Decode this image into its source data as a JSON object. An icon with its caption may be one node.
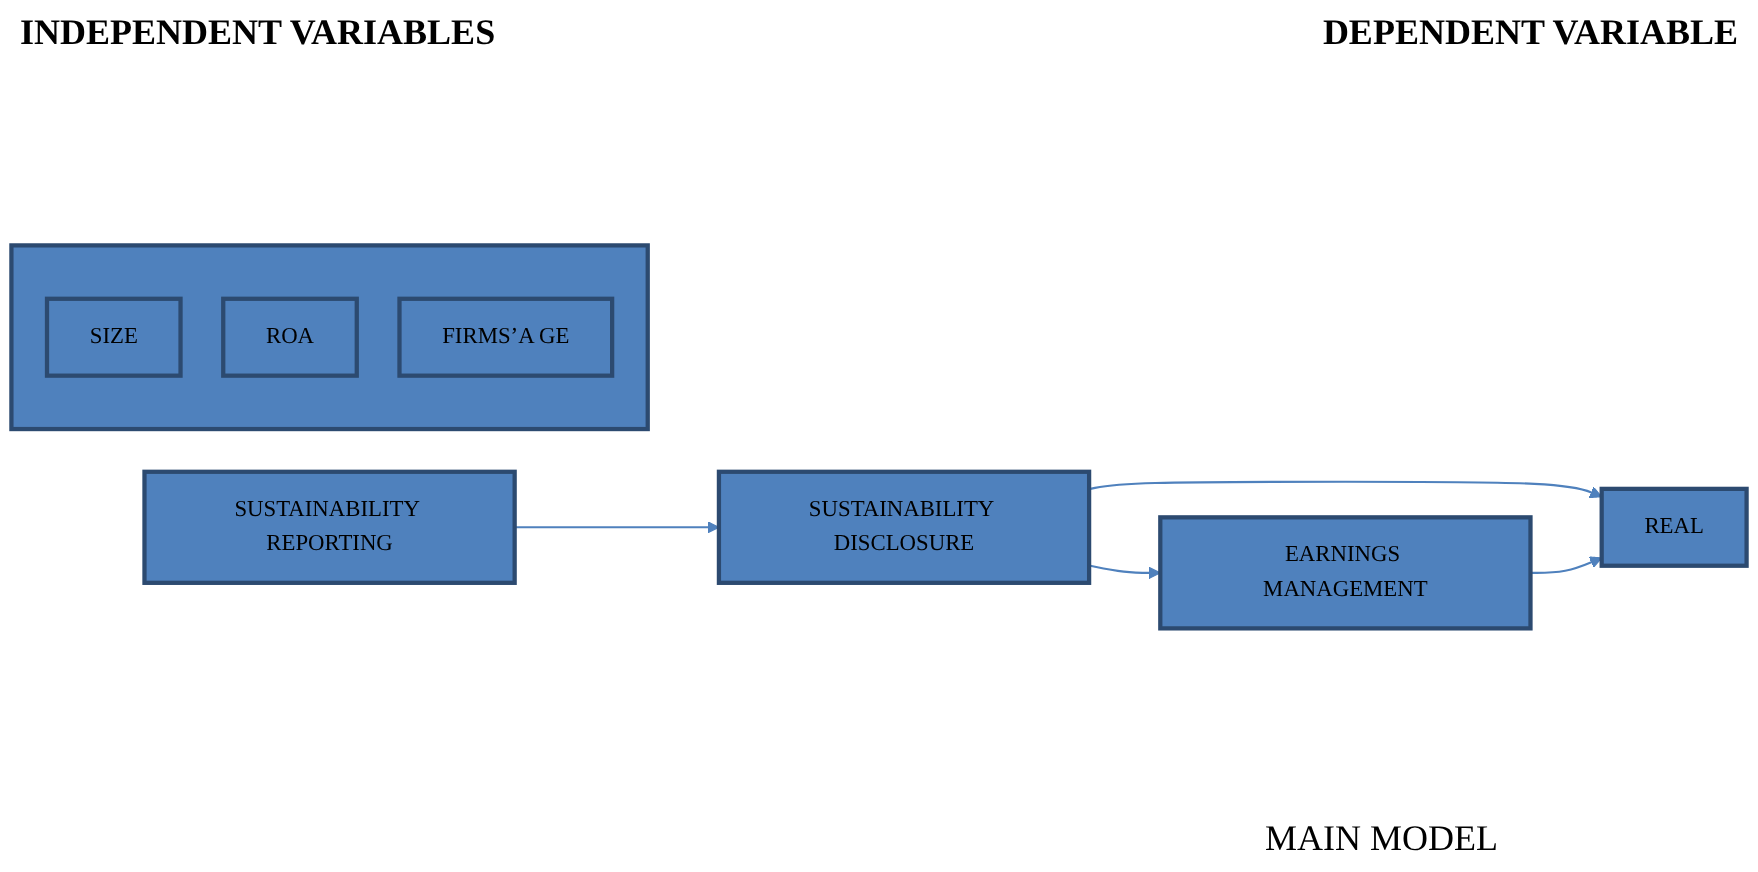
{
  "diagram": {
    "nodes": [
      {
        "text": [
          "SUSTAINABILITY REPORTING"
        ]
      },
      {
        "text": [
          "SUSTAINABILITY DISCLOSURE"
        ]
      },
      {
        "text": [],
        "shape": "box"
      },
      {
        "text": [
          "SIZE"
        ],
        "in": 2
      },
      {
        "text": [
          "ROA"
        ],
        "in": 2
      },
      {
        "text": [
          "FIRMS’A GE"
        ],
        "in": 2
      },
      {
        "text": [
          "EARNINGS MANAGEMENT"
        ]
      },
      {
        "text": [
          "REAL"
        ]
      }
    ],
    "edges": [
      {
        "from": 0,
        "to": 1,
        "arrow": "to"
      },
      {
        "from": 1,
        "to": 7,
        "arrow": "to"
      },
      {
        "from": 6,
        "to": 7,
        "arrow": "to"
      },
      {
        "from": 1,
        "to": 6,
        "arrow": "to"
      }
    ],
    "labels": [
      "INDEPENDENT VARIABLES",
      "DEPENDENT VARIABLE",
      "MAIN MODEL"
    ]
  }
}
